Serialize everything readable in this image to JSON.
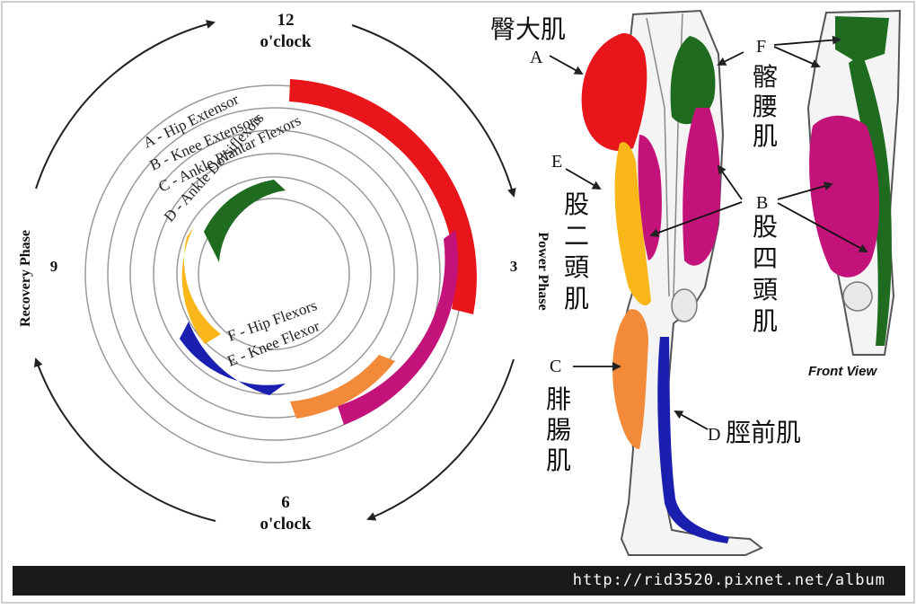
{
  "clock": {
    "top_number": "12",
    "top_word": "o'clock",
    "bottom_number": "6",
    "bottom_word": "o'clock",
    "left_number": "9",
    "right_number": "3",
    "left_phase": "Recovery Phase",
    "right_phase": "Power Phase"
  },
  "rings": {
    "a": "A - Hip Extensor",
    "b": "B - Knee Extensors",
    "c": "C - Ankle Plantar Flexors",
    "d": "D - Ankle Dorsiflexors",
    "f": "F - Hip Flexors",
    "e": "E - Knee Flexor"
  },
  "colors": {
    "red": "#e8151b",
    "magenta": "#c3137a",
    "orange": "#f28a3a",
    "green": "#1f6b20",
    "yellow": "#f9b719",
    "blue": "#1a1fb0"
  },
  "labels": {
    "gluteus_cn": "臀大肌",
    "a": "A",
    "f": "F",
    "iliopsoas_cn_1": "髂",
    "iliopsoas_cn_2": "腰",
    "iliopsoas_cn_3": "肌",
    "e": "E",
    "hamstring_cn_1": "股",
    "hamstring_cn_2": "二",
    "hamstring_cn_3": "頭",
    "hamstring_cn_4": "肌",
    "b": "B",
    "quad_cn_1": "股",
    "quad_cn_2": "四",
    "quad_cn_3": "頭",
    "quad_cn_4": "肌",
    "c": "C",
    "calf_cn_1": "腓",
    "calf_cn_2": "腸",
    "calf_cn_3": "肌",
    "d": "D",
    "tibialis_cn": "脛前肌",
    "front_view": "Front View"
  },
  "footer": {
    "url": "http://rid3520.pixnet.net/album"
  }
}
